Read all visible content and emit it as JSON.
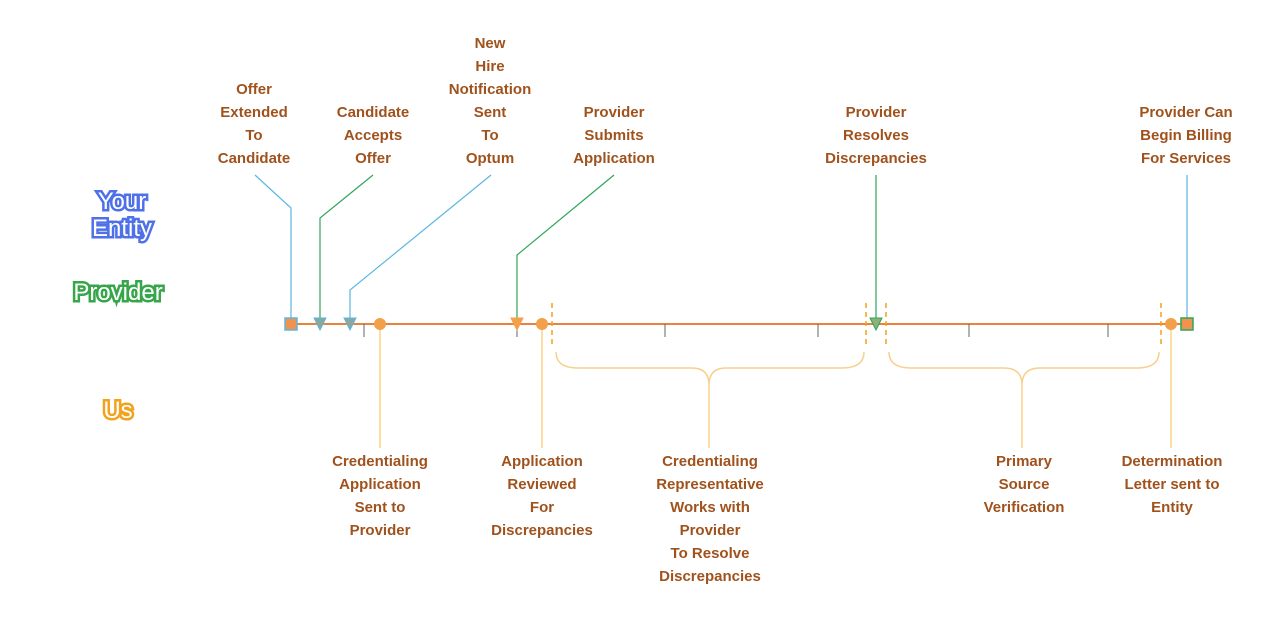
{
  "colors": {
    "label_text": "#a0521d",
    "timeline": "#e9823a",
    "entity": "#4e70e8",
    "provider": "#37a64a",
    "us": "#f2a21c",
    "connector_entity": "#5ab7e1",
    "connector_provider": "#2ea55a",
    "connector_us": "#f6c76b",
    "brace": "#f6d08e"
  },
  "legend": {
    "entity": "Your\nEntity",
    "provider": "Provider",
    "us": "Us"
  },
  "events_top": [
    {
      "id": "offer-extended",
      "label": "Offer\nExtended\nTo\nCandidate",
      "actor": "entity",
      "marker": "square"
    },
    {
      "id": "candidate-accepts",
      "label": "Candidate\nAccepts\nOffer",
      "actor": "provider",
      "marker": "triangle"
    },
    {
      "id": "new-hire-notification",
      "label": "New\nHire\nNotification\nSent\nTo\nOptum",
      "actor": "entity",
      "marker": "triangle"
    },
    {
      "id": "provider-submits",
      "label": "Provider\nSubmits\nApplication",
      "actor": "provider",
      "marker": "triangle"
    },
    {
      "id": "provider-resolves",
      "label": "Provider\nResolves\nDiscrepancies",
      "actor": "provider",
      "marker": "triangle"
    },
    {
      "id": "provider-billing",
      "label": "Provider Can\nBegin Billing\nFor Services",
      "actor": "entity",
      "marker": "square"
    }
  ],
  "events_bottom": [
    {
      "id": "cred-app-sent",
      "label": "Credentialing\nApplication\nSent to\nProvider",
      "actor": "us",
      "marker": "circle"
    },
    {
      "id": "app-reviewed",
      "label": "Application\nReviewed\nFor\nDiscrepancies",
      "actor": "us",
      "marker": "circle"
    },
    {
      "id": "cred-rep-works",
      "label": "Credentialing\nRepresentative\nWorks with\nProvider\nTo Resolve\nDiscrepancies",
      "actor": "us",
      "marker": "brace"
    },
    {
      "id": "primary-source",
      "label": "Primary\nSource\nVerification",
      "actor": "us",
      "marker": "brace"
    },
    {
      "id": "determination-letter",
      "label": "Determination\nLetter sent to\nEntity",
      "actor": "us",
      "marker": "circle"
    }
  ]
}
